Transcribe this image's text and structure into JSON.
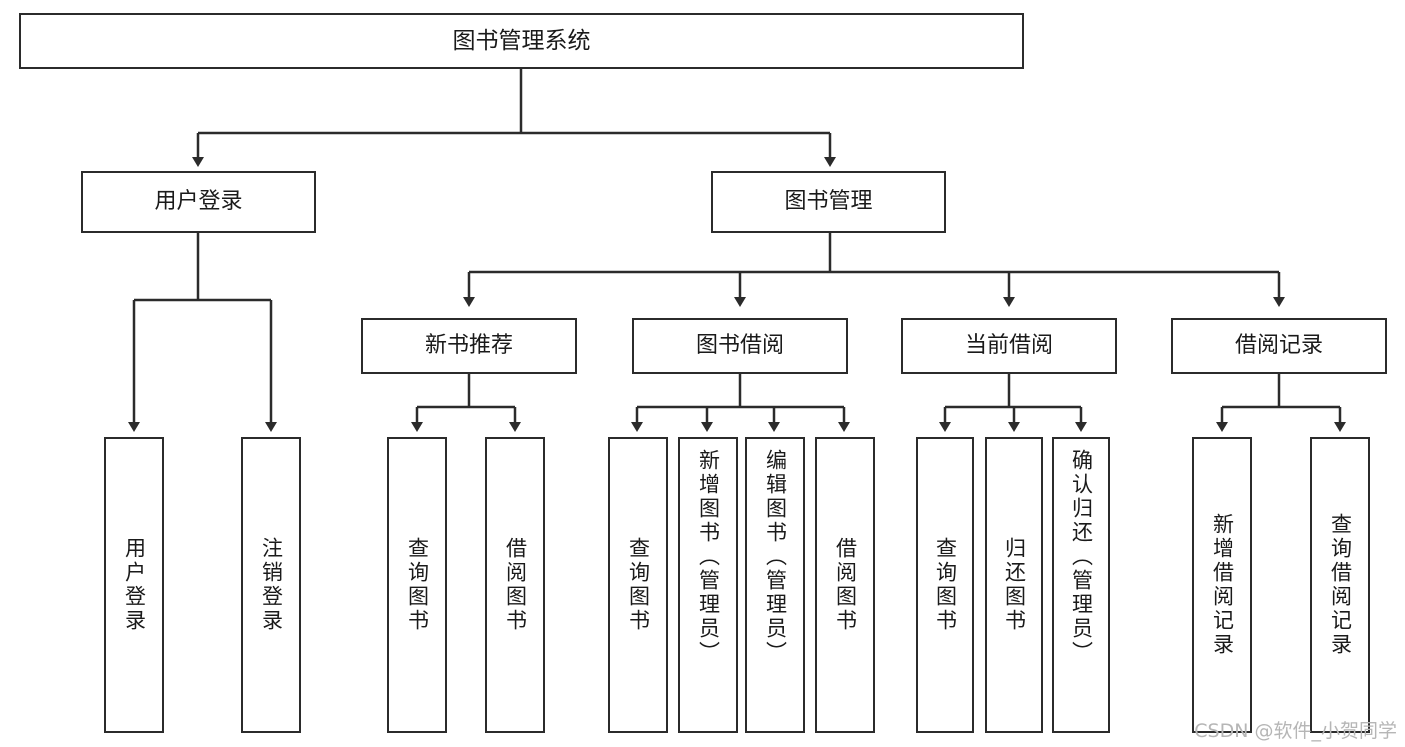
{
  "diagram": {
    "title": "图书管理系统",
    "type": "tree",
    "background": "#ffffff",
    "box_border_color": "#2b2b2b",
    "connector_color": "#2b2b2b",
    "text_color": "#1a1a1a"
  },
  "root": {
    "label": "图书管理系统"
  },
  "level1": [
    {
      "label": "用户登录"
    },
    {
      "label": "图书管理"
    }
  ],
  "level2": [
    {
      "label": "新书推荐"
    },
    {
      "label": "图书借阅"
    },
    {
      "label": "当前借阅"
    },
    {
      "label": "借阅记录"
    }
  ],
  "leaves": {
    "user_login": [
      {
        "label": "用户登录"
      },
      {
        "label": "注销登录"
      }
    ],
    "new_book_recommend": [
      {
        "label": "查询图书"
      },
      {
        "label": "借阅图书"
      }
    ],
    "book_borrow": [
      {
        "label": "查询图书"
      },
      {
        "label": "新增图书（管理员）"
      },
      {
        "label": "编辑图书（管理员）"
      },
      {
        "label": "借阅图书"
      }
    ],
    "current_borrow": [
      {
        "label": "查询图书"
      },
      {
        "label": "归还图书"
      },
      {
        "label": "确认归还（管理员）"
      }
    ],
    "borrow_record": [
      {
        "label": "新增借阅记录"
      },
      {
        "label": "查询借阅记录"
      }
    ]
  },
  "watermark": {
    "text": "CSDN @软件_小贺同学"
  }
}
